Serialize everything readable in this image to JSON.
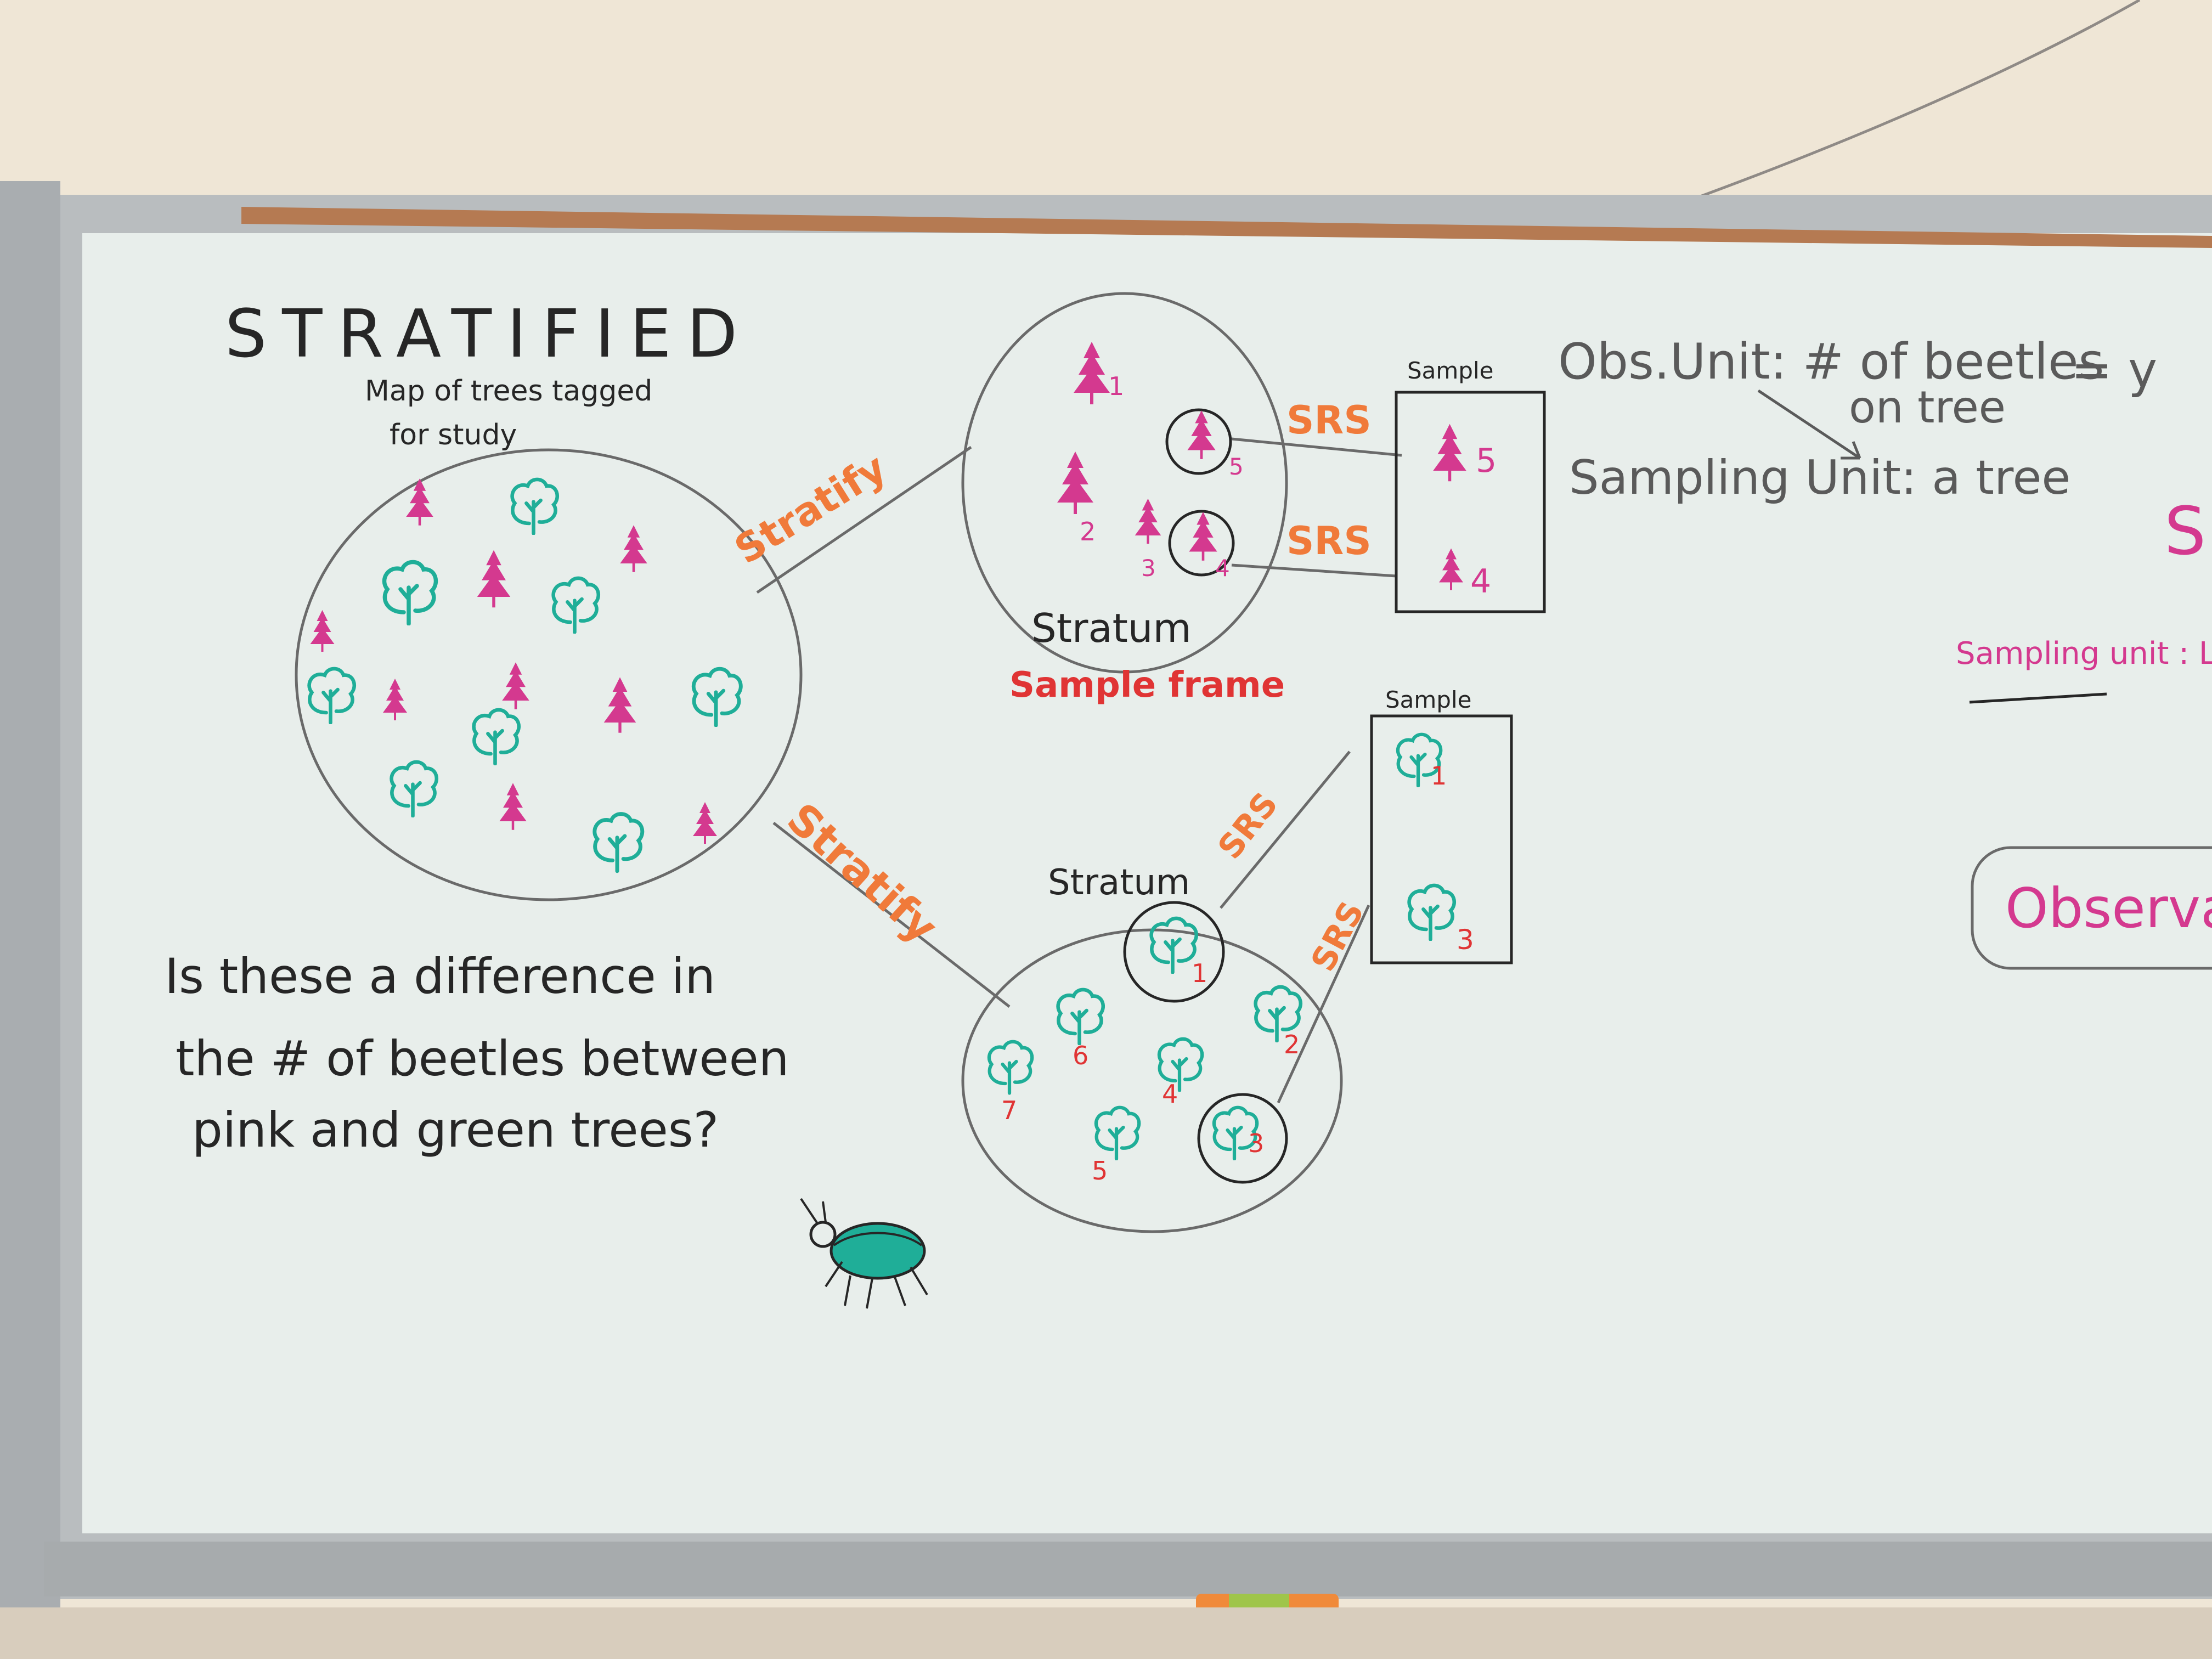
{
  "colors": {
    "wall": "#efe6d6",
    "board": "#e8eeeb",
    "frame": "#b9bdbf",
    "cork": "#b57a52",
    "ink_black": "#262626",
    "ink_pink": "#d4398f",
    "ink_teal": "#1fae98",
    "ink_orange": "#f07a3a",
    "ink_red": "#e03434",
    "ink_gray": "#6a6a6a"
  },
  "board": {
    "title": "STRATIFIED",
    "subtitle_line1": "Map of trees tagged",
    "subtitle_line2": "for study",
    "question_line1": "Is these a difference in",
    "question_line2": "the # of beetles between",
    "question_line3": "pink and green trees?",
    "stratify_top": "Stratify",
    "stratify_bottom": "Stratify",
    "stratum_top_label": "Stratum",
    "sample_frame_label": "Sample frame",
    "stratum_bottom_label": "Stratum",
    "sample_top_label": "Sample",
    "sample_bottom_label": "Sample",
    "srs_top_1": "SRS",
    "srs_top_2": "SRS",
    "srs_bottom_1": "SRS",
    "srs_bottom_2": "SRS",
    "obs_unit_line1": "Obs.Unit: # of beetles",
    "obs_unit_y": "= y",
    "obs_unit_line2": "on tree",
    "sampling_unit": "Sampling Unit: a tree",
    "sampling_unit_pink": "Sampling unit : L",
    "observation_box": "Observatio",
    "partial_s": "S",
    "top_stratum_numbers": [
      "1",
      "2",
      "3",
      "4",
      "5"
    ],
    "top_sample_numbers": [
      "5",
      "4"
    ],
    "bottom_stratum_numbers": [
      "1",
      "2",
      "3",
      "4",
      "5",
      "6",
      "7"
    ],
    "bottom_sample_numbers": [
      "1",
      "3"
    ]
  }
}
